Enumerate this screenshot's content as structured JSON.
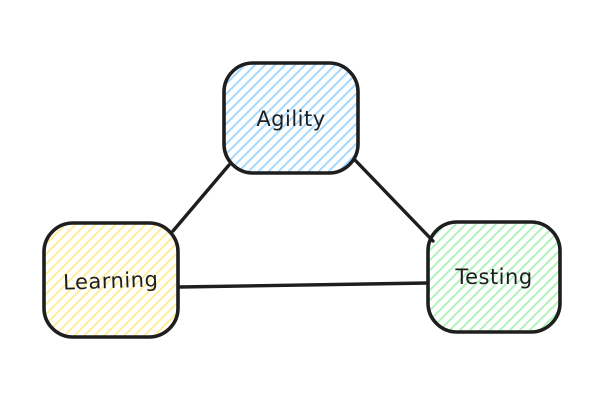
{
  "diagram": {
    "type": "node-link-triangle",
    "stroke_color": "#1e1e1e",
    "text_color": "#1e1e1e",
    "background_color": "#ffffff",
    "fill_style": "hachure",
    "nodes": [
      {
        "id": "agility",
        "label": "Agility",
        "hatch_color": "#a5d8ff",
        "position": "top-center"
      },
      {
        "id": "learning",
        "label": "Learning",
        "hatch_color": "#ffec99",
        "position": "bottom-left"
      },
      {
        "id": "testing",
        "label": "Testing",
        "hatch_color": "#b2f2bb",
        "position": "bottom-right"
      }
    ],
    "edges": [
      {
        "from": "agility",
        "to": "learning"
      },
      {
        "from": "agility",
        "to": "testing"
      },
      {
        "from": "learning",
        "to": "testing"
      }
    ]
  }
}
